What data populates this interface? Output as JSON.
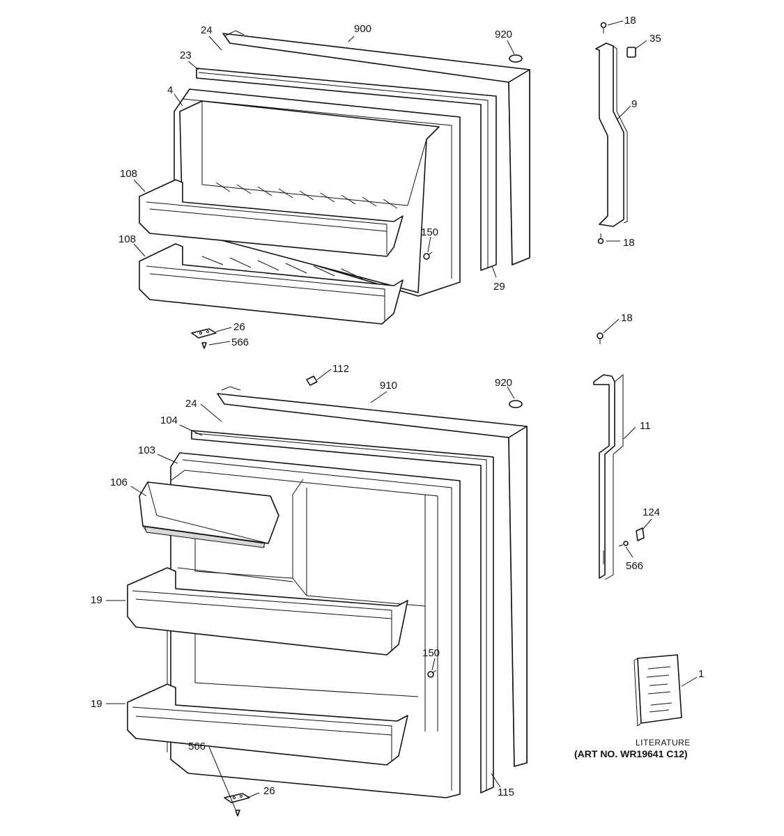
{
  "art_number": "(ART NO. WR19641 C12)",
  "literature_label": "LITERATURE",
  "callouts": {
    "fz_door_900": "900",
    "fz_920": "920",
    "fz_24": "24",
    "fz_23": "23",
    "fz_4": "4",
    "fz_108_upper": "108",
    "fz_108_lower": "108",
    "fz_150": "150",
    "fz_29": "29",
    "fz_26": "26",
    "fz_566": "566",
    "handle_top_18_a": "18",
    "handle_top_35": "35",
    "handle_top_9": "9",
    "handle_top_18_b": "18",
    "handle_bot_18": "18",
    "handle_bot_11": "11",
    "handle_bot_124": "124",
    "handle_bot_566": "566",
    "ff_112": "112",
    "ff_door_910": "910",
    "ff_920": "920",
    "ff_24": "24",
    "ff_104": "104",
    "ff_103": "103",
    "ff_106": "106",
    "ff_19_upper": "19",
    "ff_19_lower": "19",
    "ff_150": "150",
    "ff_115": "115",
    "ff_26": "26",
    "ff_566": "566",
    "literature_1": "1"
  }
}
